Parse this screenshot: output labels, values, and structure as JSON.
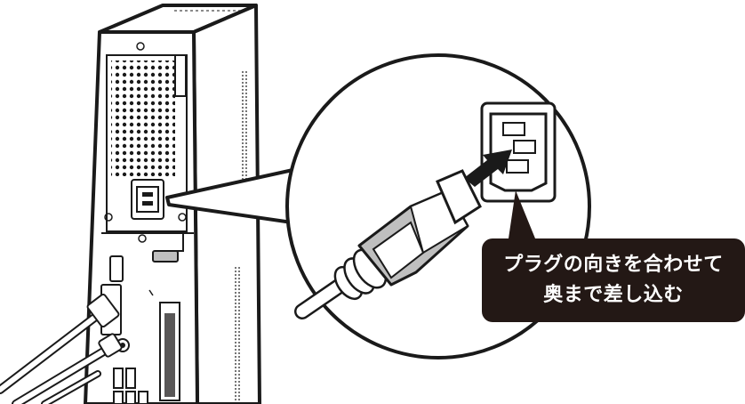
{
  "callout": {
    "line1": "プラグの向きを合わせて",
    "line2": "奥まで差し込む"
  },
  "colors": {
    "outline": "#1a1a1a",
    "callout_bg": "#231815",
    "callout_text": "#ffffff",
    "panel_fill": "#ffffff",
    "grey": "#bfbfbf",
    "dark_grey": "#595757"
  },
  "icons": [
    "desktop-pc-rear-illustration",
    "power-inlet-icon",
    "power-plug-icon",
    "insert-arrow-icon",
    "magnifier-circle"
  ]
}
